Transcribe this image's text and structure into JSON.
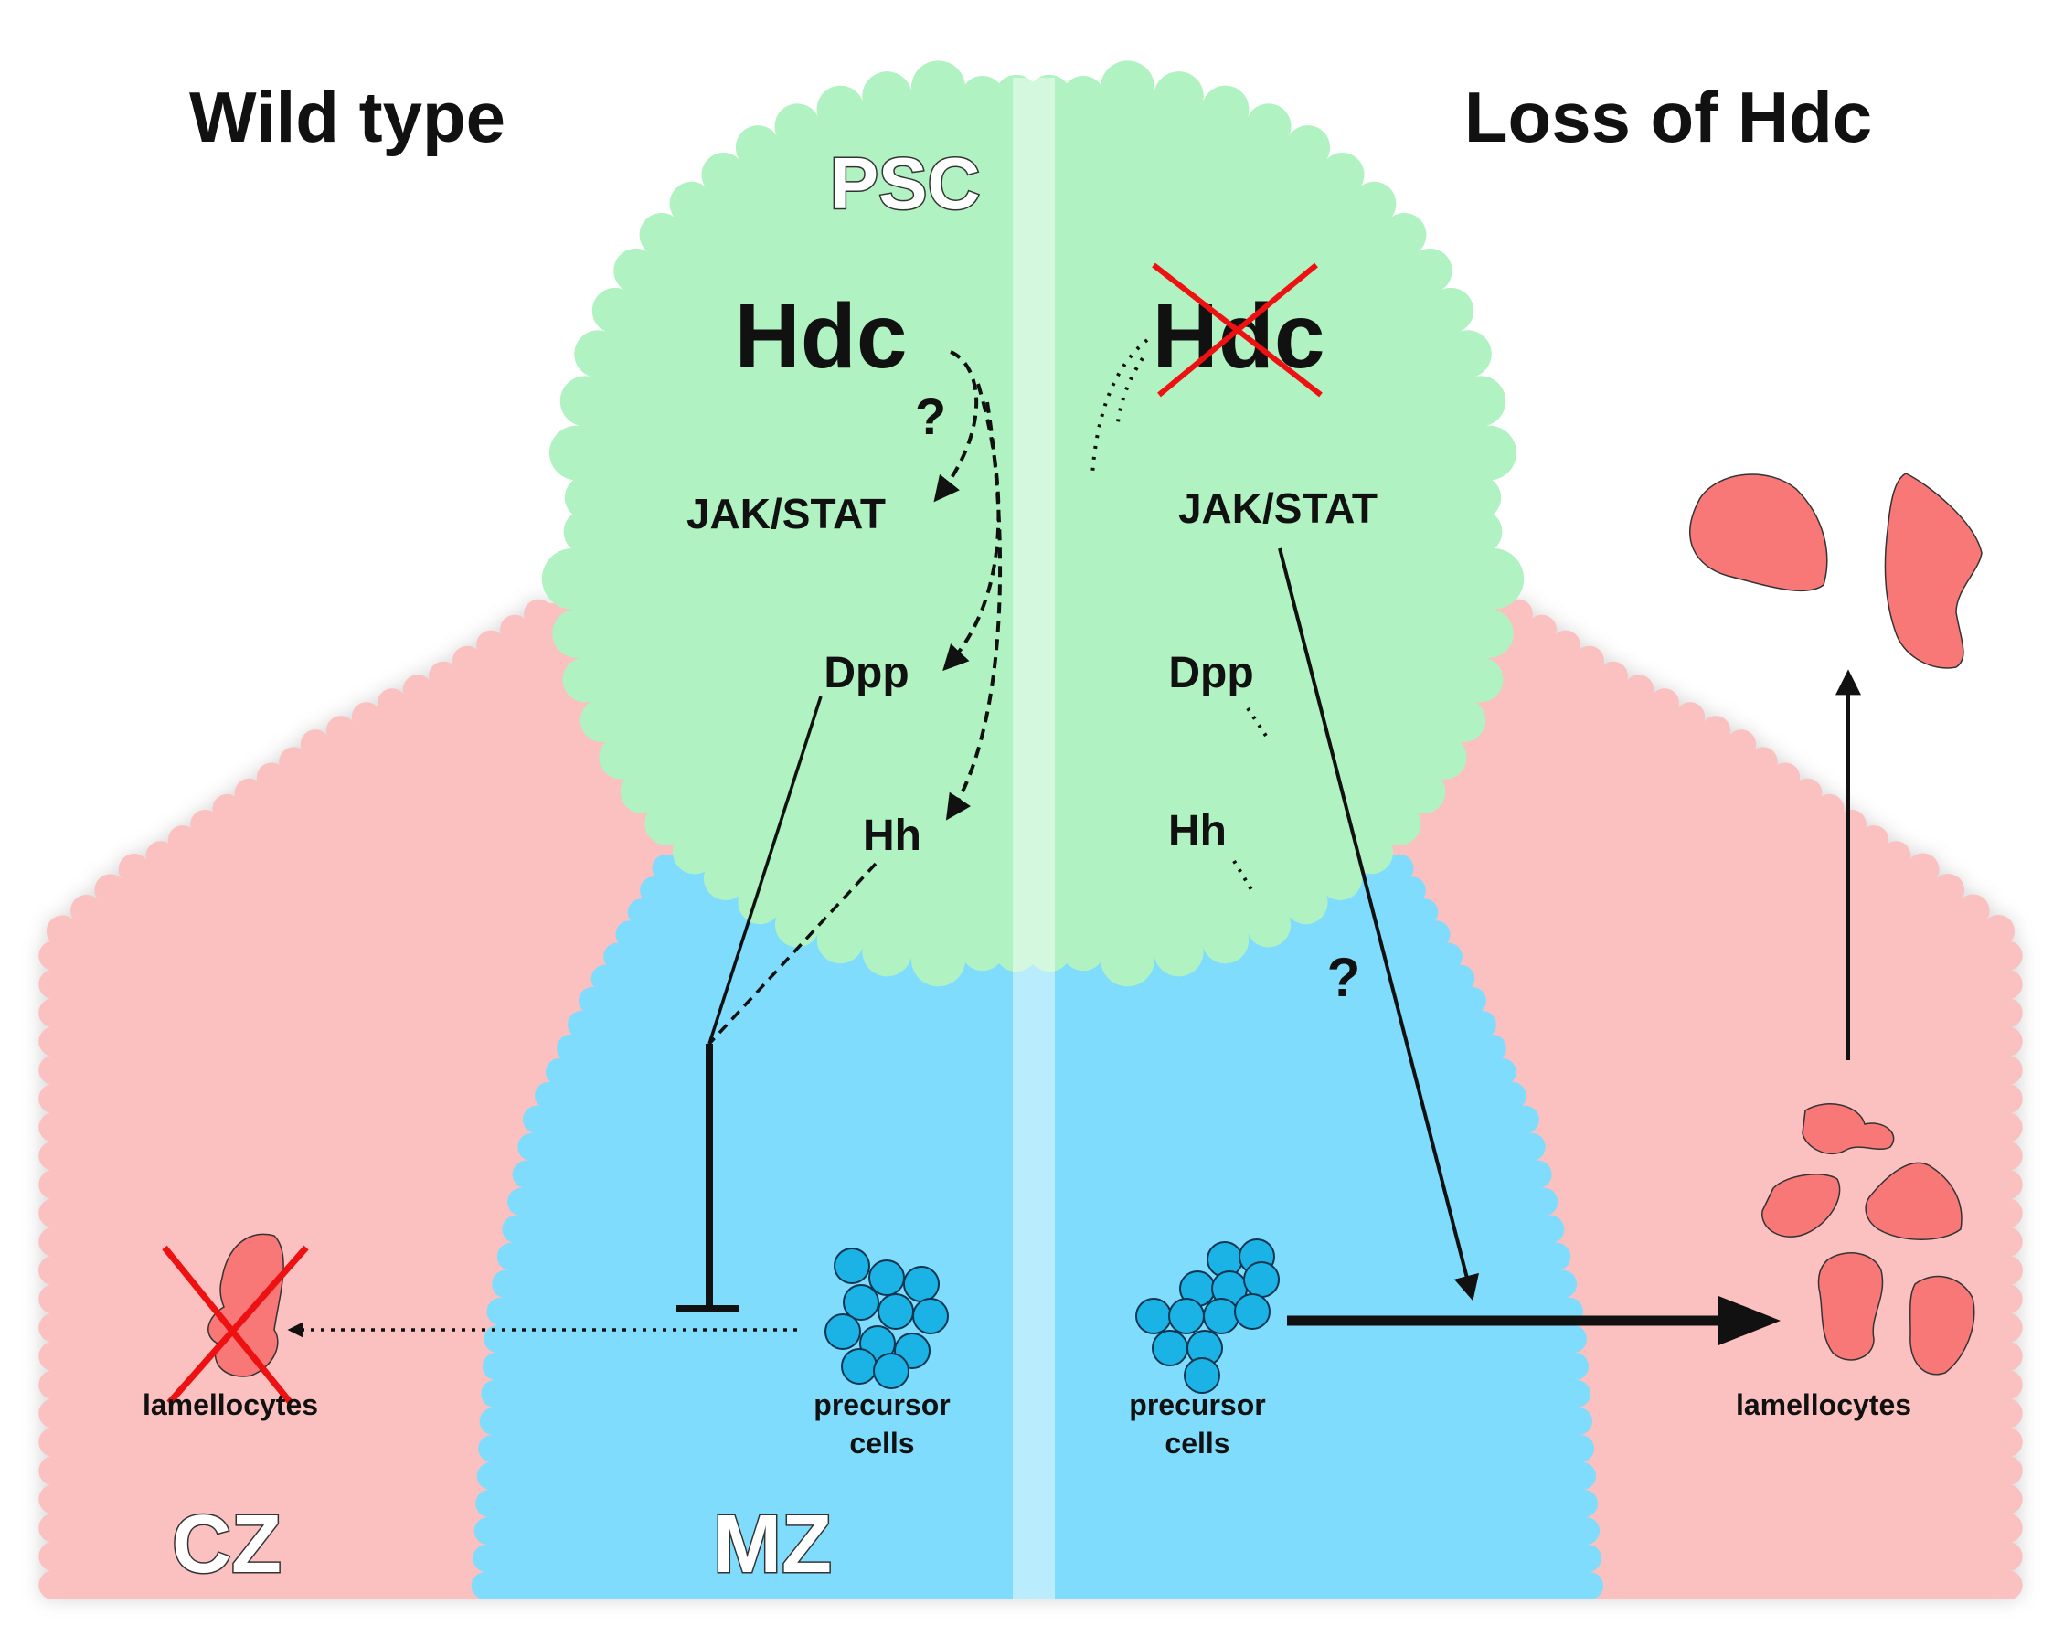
{
  "titles": {
    "left": "Wild type",
    "right": "Loss of Hdc"
  },
  "regions": {
    "psc": "PSC",
    "cz": "CZ",
    "mz": "MZ"
  },
  "wild_type": {
    "hdc": "Hdc",
    "question": "?",
    "jak_stat": "JAK/STAT",
    "dpp": "Dpp",
    "hh": "Hh",
    "precursor_line1": "precursor",
    "precursor_line2": "cells",
    "lamellocytes": "lamellocytes"
  },
  "loss_of_hdc": {
    "hdc": "Hdc",
    "question": "?",
    "jak_stat": "JAK/STAT",
    "dpp": "Dpp",
    "hh": "Hh",
    "precursor_line1": "precursor",
    "precursor_line2": "cells",
    "lamellocytes": "lamellocytes"
  },
  "colors": {
    "psc_green": "#b0f2c2",
    "cz_pink": "#fbc0c0",
    "mz_blue": "#80dcfc",
    "divider": "#c6eef6",
    "cell_blue": "#1bb3e6",
    "lamellocyte_red": "#f87878",
    "cross_red": "#ee1111"
  }
}
